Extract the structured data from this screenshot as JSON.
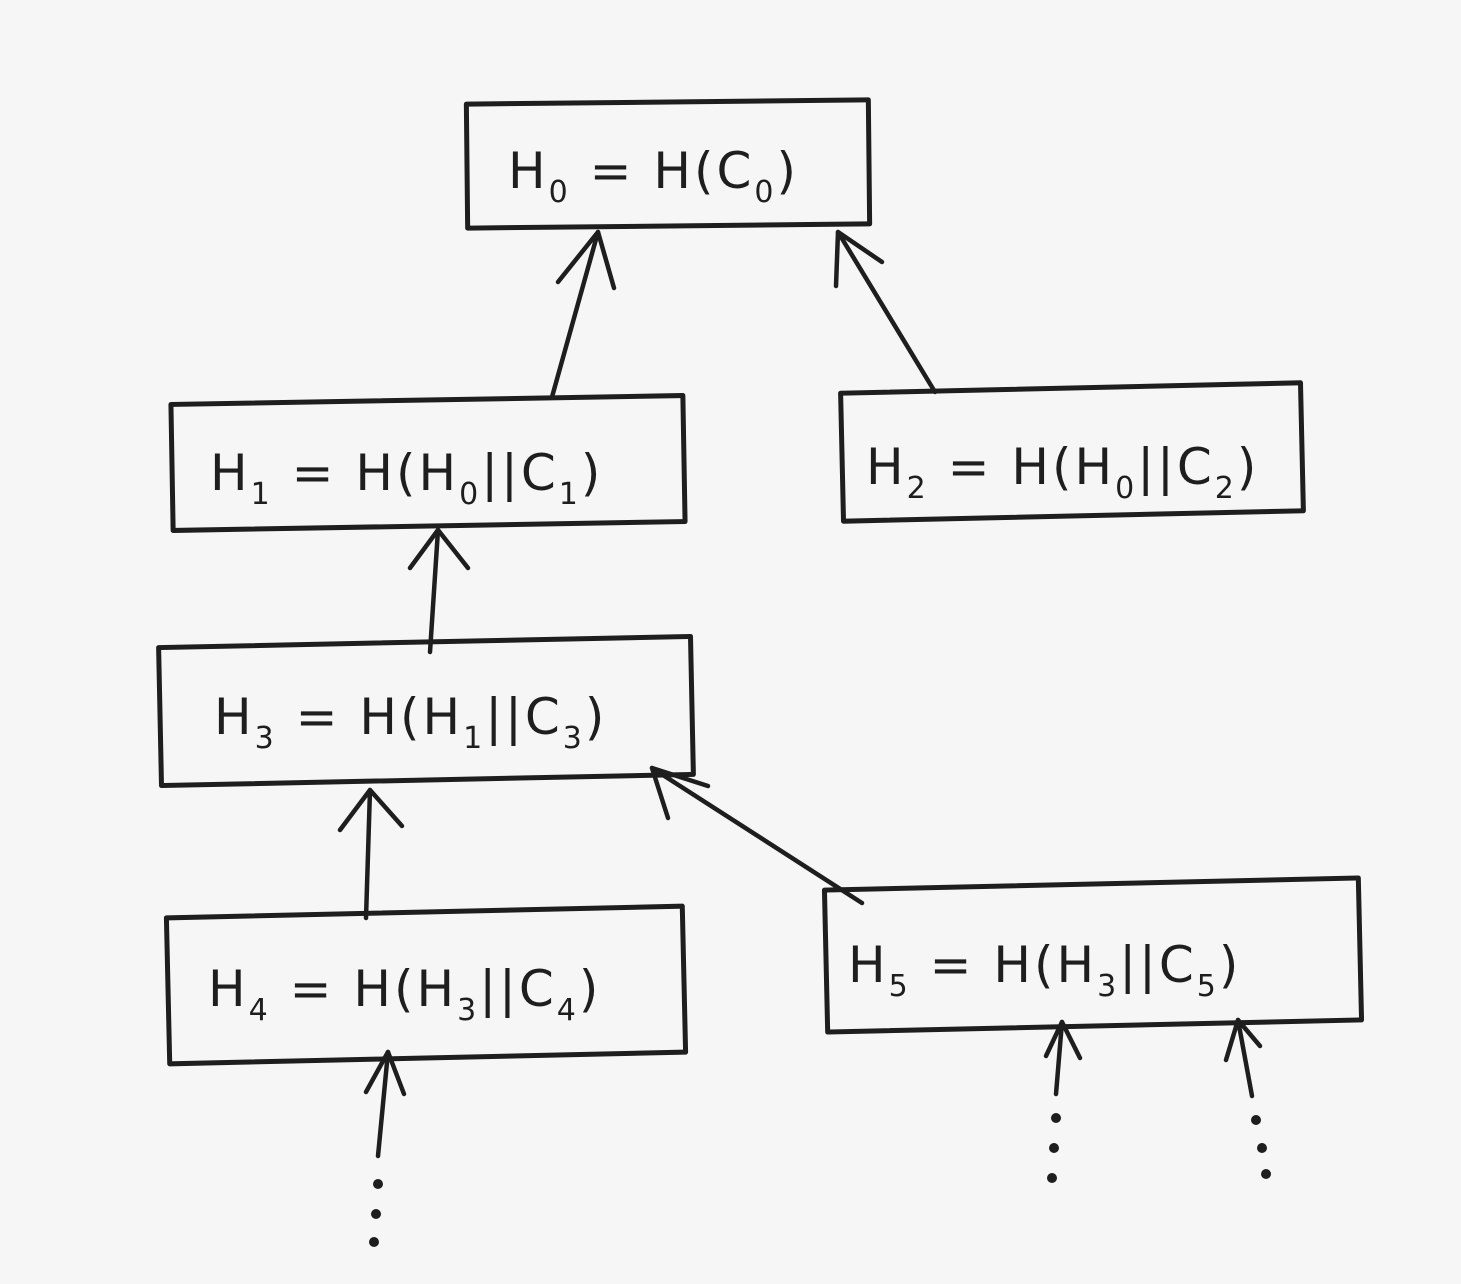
{
  "nodes": [
    {
      "id": "H0",
      "label": "H",
      "sub": "0",
      "rest": " = H(C",
      "rest_sub": "0",
      "tail": ")"
    },
    {
      "id": "H1",
      "label": "H",
      "sub": "1",
      "rest": " = H(H",
      "rest_sub": "0",
      "mid": "||C",
      "mid_sub": "1",
      "tail": ")"
    },
    {
      "id": "H2",
      "label": "H",
      "sub": "2",
      "rest": " = H(H",
      "rest_sub": "0",
      "mid": "||C",
      "mid_sub": "2",
      "tail": ")"
    },
    {
      "id": "H3",
      "label": "H",
      "sub": "3",
      "rest": " = H(H",
      "rest_sub": "1",
      "mid": "||C",
      "mid_sub": "3",
      "tail": ")"
    },
    {
      "id": "H4",
      "label": "H",
      "sub": "4",
      "rest": " = H(H",
      "rest_sub": "3",
      "mid": "||C",
      "mid_sub": "4",
      "tail": ")"
    },
    {
      "id": "H5",
      "label": "H",
      "sub": "5",
      "rest": " = H(H",
      "rest_sub": "3",
      "mid": "||C",
      "mid_sub": "5",
      "tail": ")"
    }
  ],
  "edges": [
    {
      "from": "H1",
      "to": "H0"
    },
    {
      "from": "H2",
      "to": "H0"
    },
    {
      "from": "H3",
      "to": "H1"
    },
    {
      "from": "H4",
      "to": "H3"
    },
    {
      "from": "H5",
      "to": "H3"
    }
  ],
  "continuations": [
    "H4",
    "H5",
    "H5"
  ]
}
